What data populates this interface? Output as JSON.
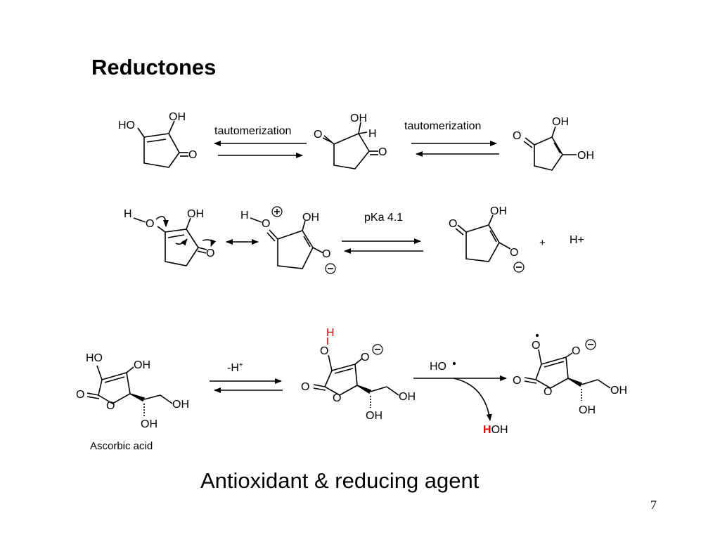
{
  "slide": {
    "title": "Reductones",
    "subtitle": "Antioxidant & reducing agent",
    "page_number": "7"
  },
  "scheme1": {
    "arrow_left_label": "tautomerization",
    "arrow_right_label": "tautomerization",
    "mol_a": {
      "ho": "HO",
      "oh": "OH",
      "o": "O"
    },
    "mol_b": {
      "oh": "OH",
      "h": "H",
      "o_left": "O",
      "o_right": "O"
    },
    "mol_c": {
      "oh_top": "OH",
      "o": "O",
      "oh_right": "OH"
    }
  },
  "scheme2": {
    "mol_a": {
      "h": "H",
      "o": "O",
      "oh": "OH",
      "o_ring": "O"
    },
    "mol_b": {
      "h": "H",
      "o_plus": "O",
      "oh": "OH",
      "o_minus": "O"
    },
    "pka_label": "pKa 4.1",
    "mol_c": {
      "o": "O",
      "oh": "OH",
      "o_minus": "O"
    },
    "plus": "+",
    "proton": "H+"
  },
  "scheme3": {
    "ascorbic": {
      "ho": "HO",
      "oh_top": "OH",
      "o_carbonyl": "O",
      "o_ring": "O",
      "oh_side": "OH",
      "oh_bottom": "OH",
      "name": "Ascorbic acid"
    },
    "arrow_label": "-H",
    "arrow_label_sup": "+",
    "anion": {
      "h_red": "H",
      "o_top": "O",
      "o_minus": "O",
      "o_carbonyl": "O",
      "o_ring": "O",
      "oh_side": "OH",
      "oh_bottom": "OH"
    },
    "radical_reagent": "HO",
    "water_h": "H",
    "water_oh": "OH",
    "radical": {
      "o_top": "O",
      "o_minus": "O",
      "o_carbonyl": "O",
      "o_ring": "O",
      "oh_side": "OH",
      "oh_bottom": "OH"
    }
  }
}
